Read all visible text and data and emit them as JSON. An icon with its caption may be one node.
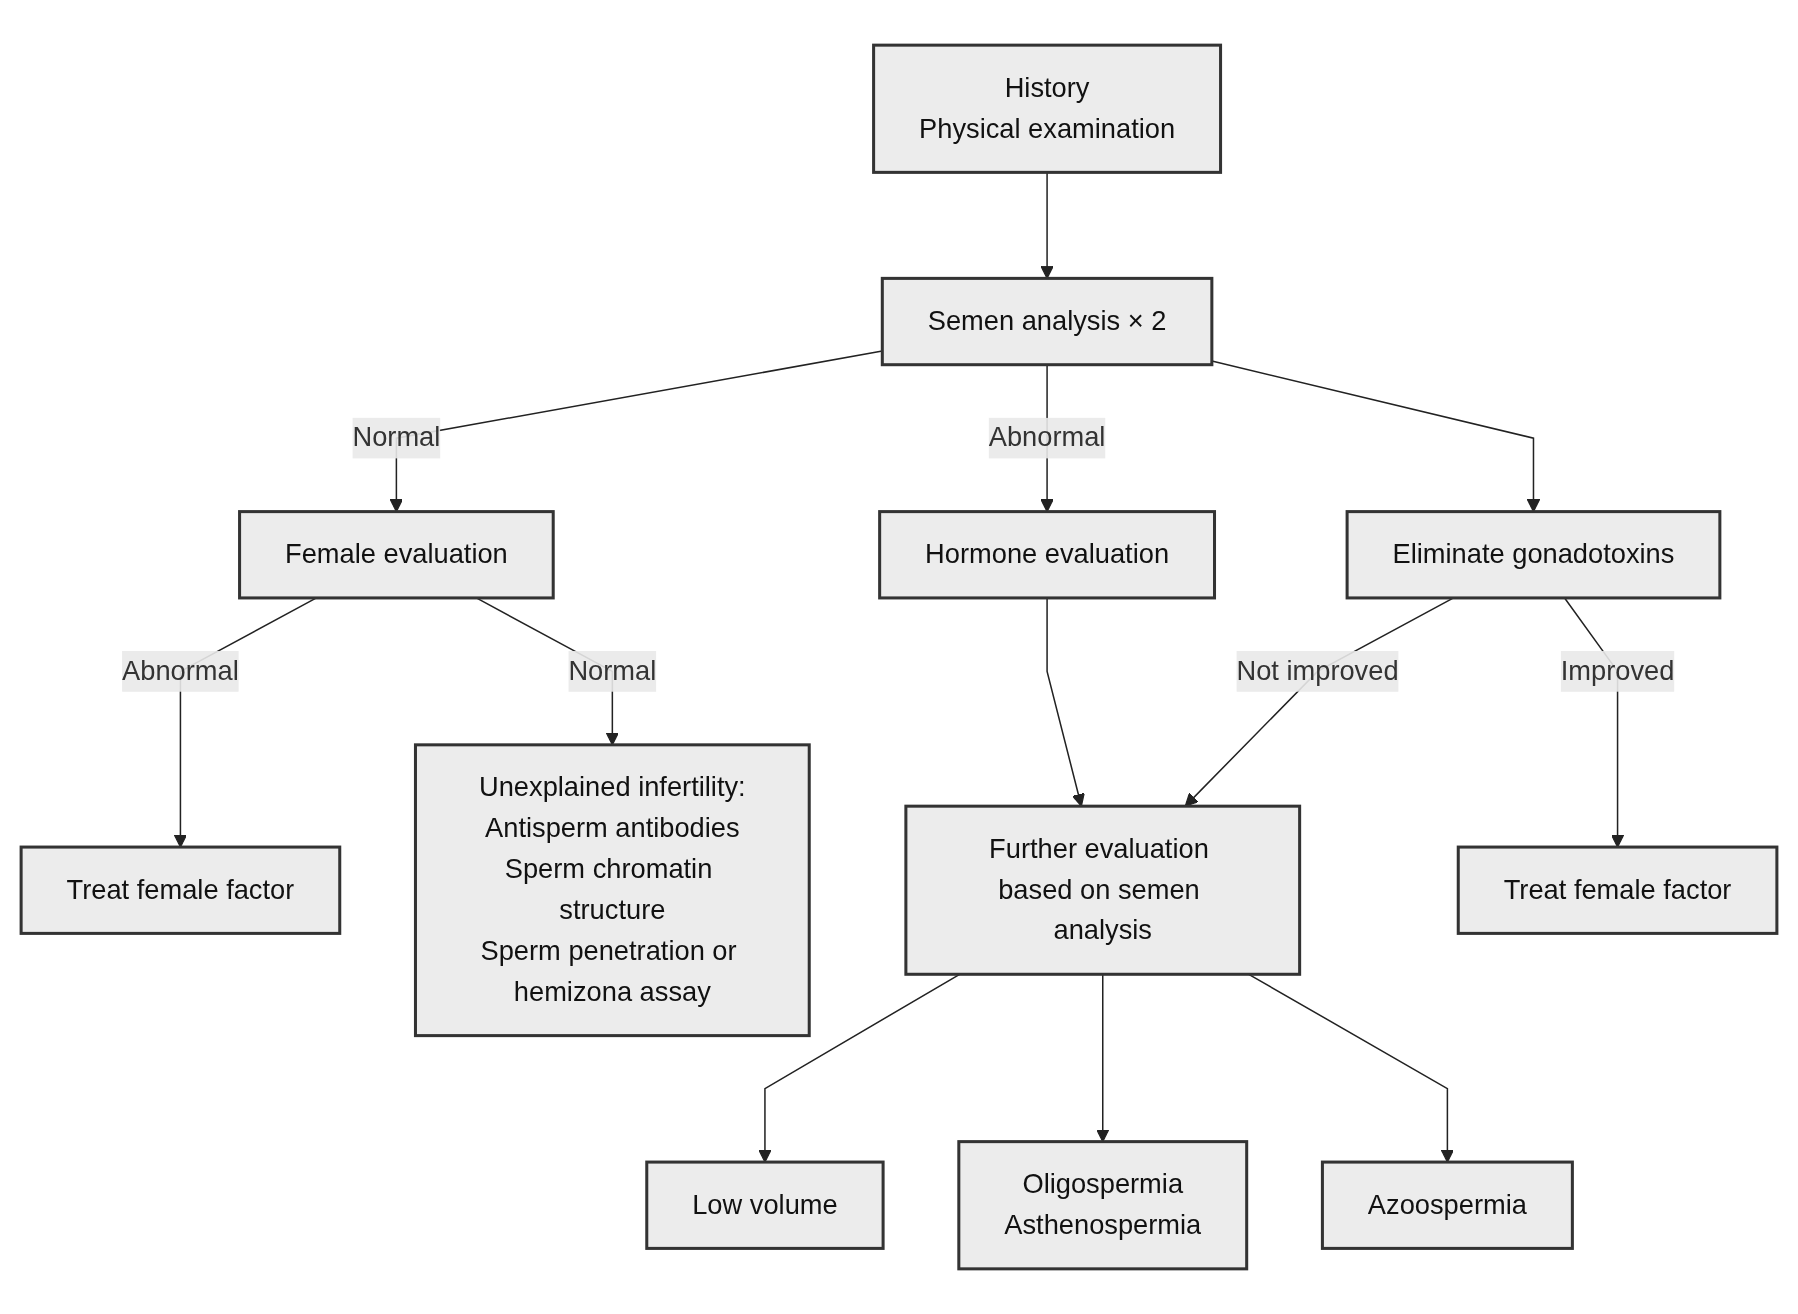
{
  "diagram": {
    "nodes": [
      {
        "text": [
          "History",
          "Physical examination"
        ]
      },
      {
        "text": [
          "Semen analysis × 2"
        ]
      },
      {
        "text": [
          "Female evaluation"
        ]
      },
      {
        "text": [
          "Hormone evaluation"
        ]
      },
      {
        "text": [
          "Eliminate gonadotoxins"
        ]
      },
      {
        "text": [
          "Further evaluation based on semen analysis"
        ]
      },
      {
        "text": [
          "Treat female factor"
        ]
      },
      {
        "text": [
          "Unexplained infertility:",
          "Antisperm antibodies",
          "Sperm chromatin structure",
          "Sperm penetration or hemizona assay"
        ]
      },
      {
        "text": [
          "Low volume"
        ]
      },
      {
        "text": [
          "Oligospermia",
          "Asthenospermia"
        ]
      },
      {
        "text": [
          "Azoospermia"
        ]
      },
      {
        "text": [
          "Treat female factor"
        ]
      }
    ],
    "edges": [
      {
        "from": 0,
        "to": 1,
        "arrow": "to"
      },
      {
        "from": 1,
        "to": 2,
        "arrow": "to",
        "label": "Normal"
      },
      {
        "from": 1,
        "to": 3,
        "arrow": "to",
        "label": "Abnormal"
      },
      {
        "from": 1,
        "to": 4,
        "arrow": "to"
      },
      {
        "from": 2,
        "to": 6,
        "arrow": "to",
        "label": "Abnormal"
      },
      {
        "from": 2,
        "to": 7,
        "arrow": "to",
        "label": "Normal"
      },
      {
        "from": 3,
        "to": 5,
        "arrow": "to"
      },
      {
        "from": 4,
        "to": 5,
        "arrow": "to",
        "label": "Not improved"
      },
      {
        "from": 4,
        "to": 11,
        "arrow": "to",
        "label": "Improved"
      },
      {
        "from": 5,
        "to": 8,
        "arrow": "to"
      },
      {
        "from": 5,
        "to": 9,
        "arrow": "to"
      },
      {
        "from": 5,
        "to": 10,
        "arrow": "to"
      }
    ]
  }
}
